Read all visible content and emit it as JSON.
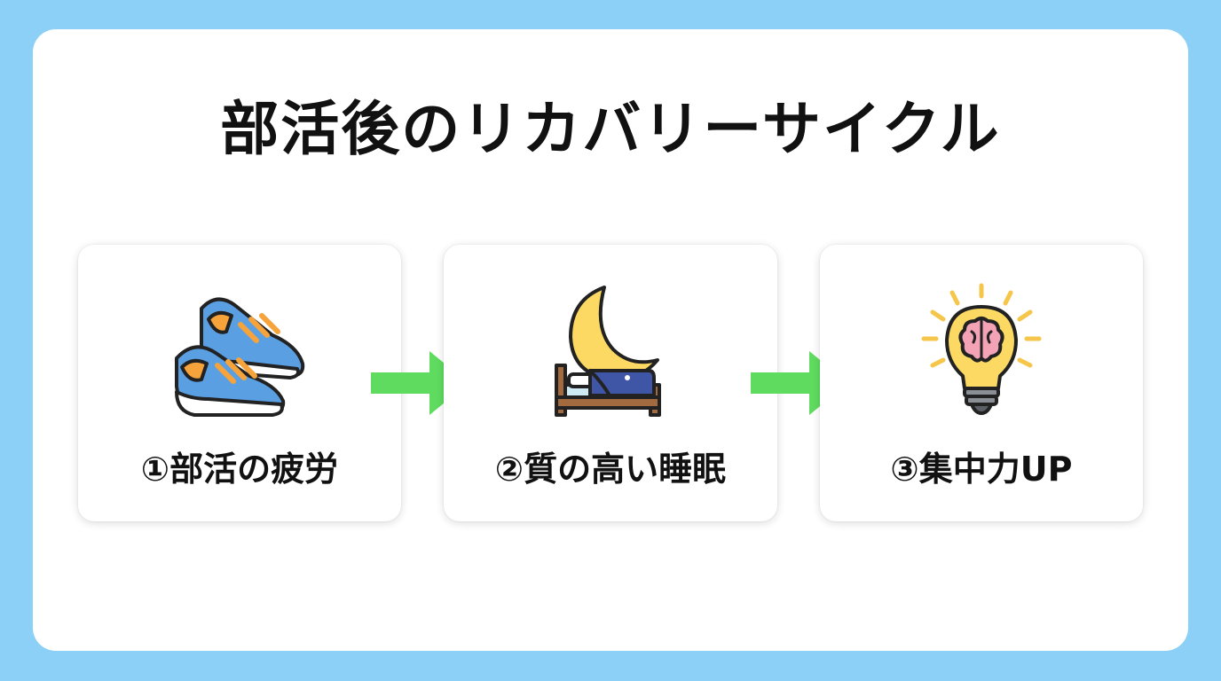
{
  "title": "部活後のリカバリーサイクル",
  "steps": [
    {
      "label": "①部活の疲労",
      "icon": "sneakers-icon"
    },
    {
      "label": "②質の高い睡眠",
      "icon": "moon-bed-icon"
    },
    {
      "label": "③集中力UP",
      "icon": "brain-lightbulb-icon"
    }
  ],
  "colors": {
    "background": "#8ccff7",
    "arrow": "#5fdc5f"
  }
}
